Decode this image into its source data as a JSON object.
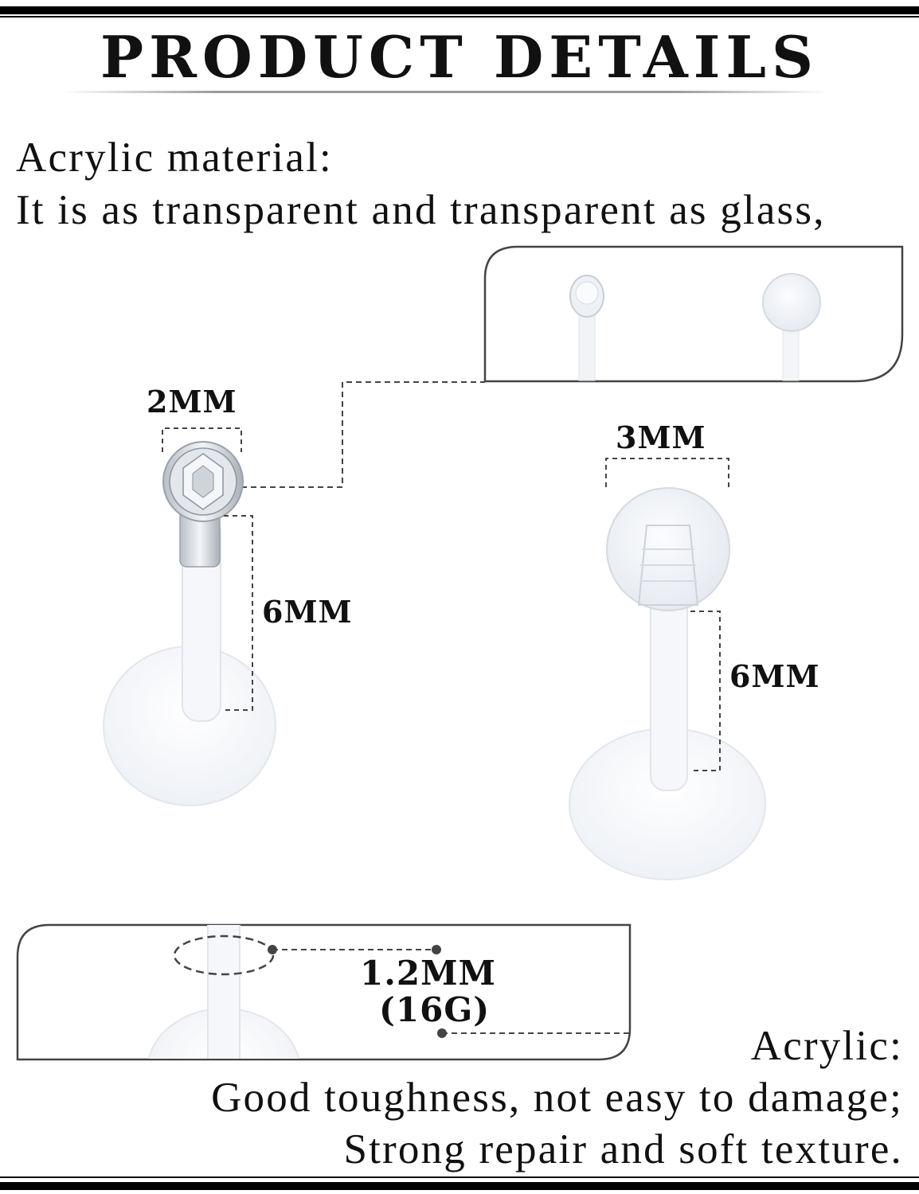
{
  "title": "PRODUCT DETAILS",
  "material": {
    "heading": "Acrylic material:",
    "description": "It is as transparent and transparent as glass,"
  },
  "dimensions": {
    "left_head": "2MM",
    "left_bar": "6MM",
    "right_head": "3MM",
    "right_bar": "6MM",
    "gauge_size": "1.2MM",
    "gauge": "(16G)"
  },
  "features": {
    "heading": "Acrylic:",
    "line1": "Good toughness, not easy to damage;",
    "line2": "Strong repair and soft texture."
  },
  "colors": {
    "frame": "#444444",
    "disc": "#f4f6f9",
    "crystal": "#c9ced6"
  }
}
